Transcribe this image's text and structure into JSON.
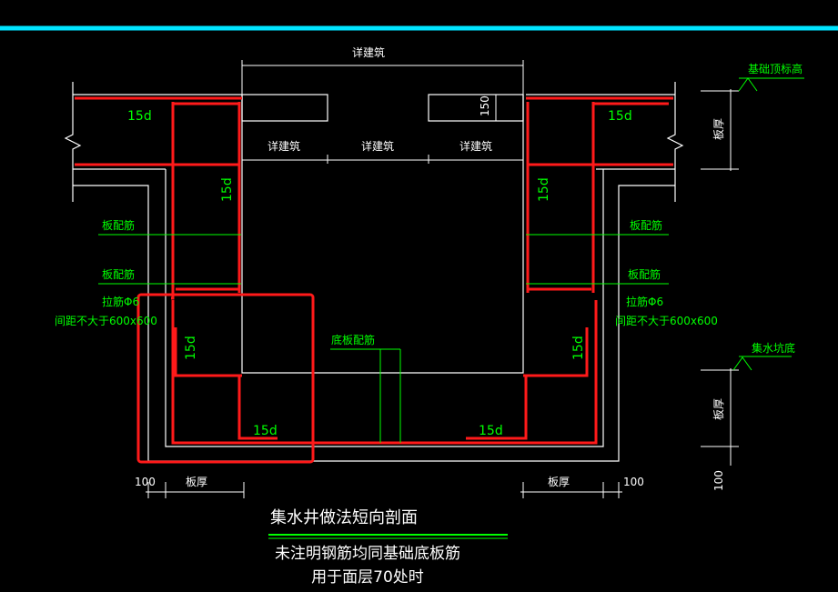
{
  "colors": {
    "background": "#000000",
    "cyan_border": "#00e5ff",
    "outline": "#ffffff",
    "rebar": "#ff1a1a",
    "annotation": "#00ff00",
    "dimension": "#ffffff"
  },
  "labels": {
    "top_dim": "详建筑",
    "inner_dim_left": "详建筑",
    "inner_dim_mid": "详建筑",
    "inner_dim_right": "详建筑",
    "dim_150": "150",
    "right_top_level": "基础顶标高",
    "right_slab_thickness_top": "板厚",
    "right_bottom_level": "集水坑底",
    "right_slab_thickness_bottom": "板厚",
    "right_100_vertical": "100",
    "left_dist_bar_1": "板配筋",
    "left_dist_bar_2": "板配筋",
    "left_tie": "拉筋Φ6",
    "left_spacing": "间距不大于600x600",
    "right_dist_bar_1": "板配筋",
    "right_dist_bar_2": "板配筋",
    "right_tie": "拉筋Φ6",
    "right_spacing": "间距不大于600x600",
    "bottom_slab_bar": "底板配筋",
    "anchor_15d_top_left": "15d",
    "anchor_15d_top_right": "15d",
    "anchor_15d_wall_left": "15d",
    "anchor_15d_wall_right": "15d",
    "anchor_15d_low_left": "15d",
    "anchor_15d_low_right": "15d",
    "anchor_15d_bottom_left": "15d",
    "anchor_15d_bottom_right": "15d",
    "dim_100_left": "100",
    "dim_slab_left": "板厚",
    "dim_slab_right": "板厚",
    "dim_100_right": "100",
    "title": "集水井做法短向剖面",
    "note_line1": "未注明钢筋均同基础底板筋",
    "note_line2": "用于面层70处时"
  }
}
